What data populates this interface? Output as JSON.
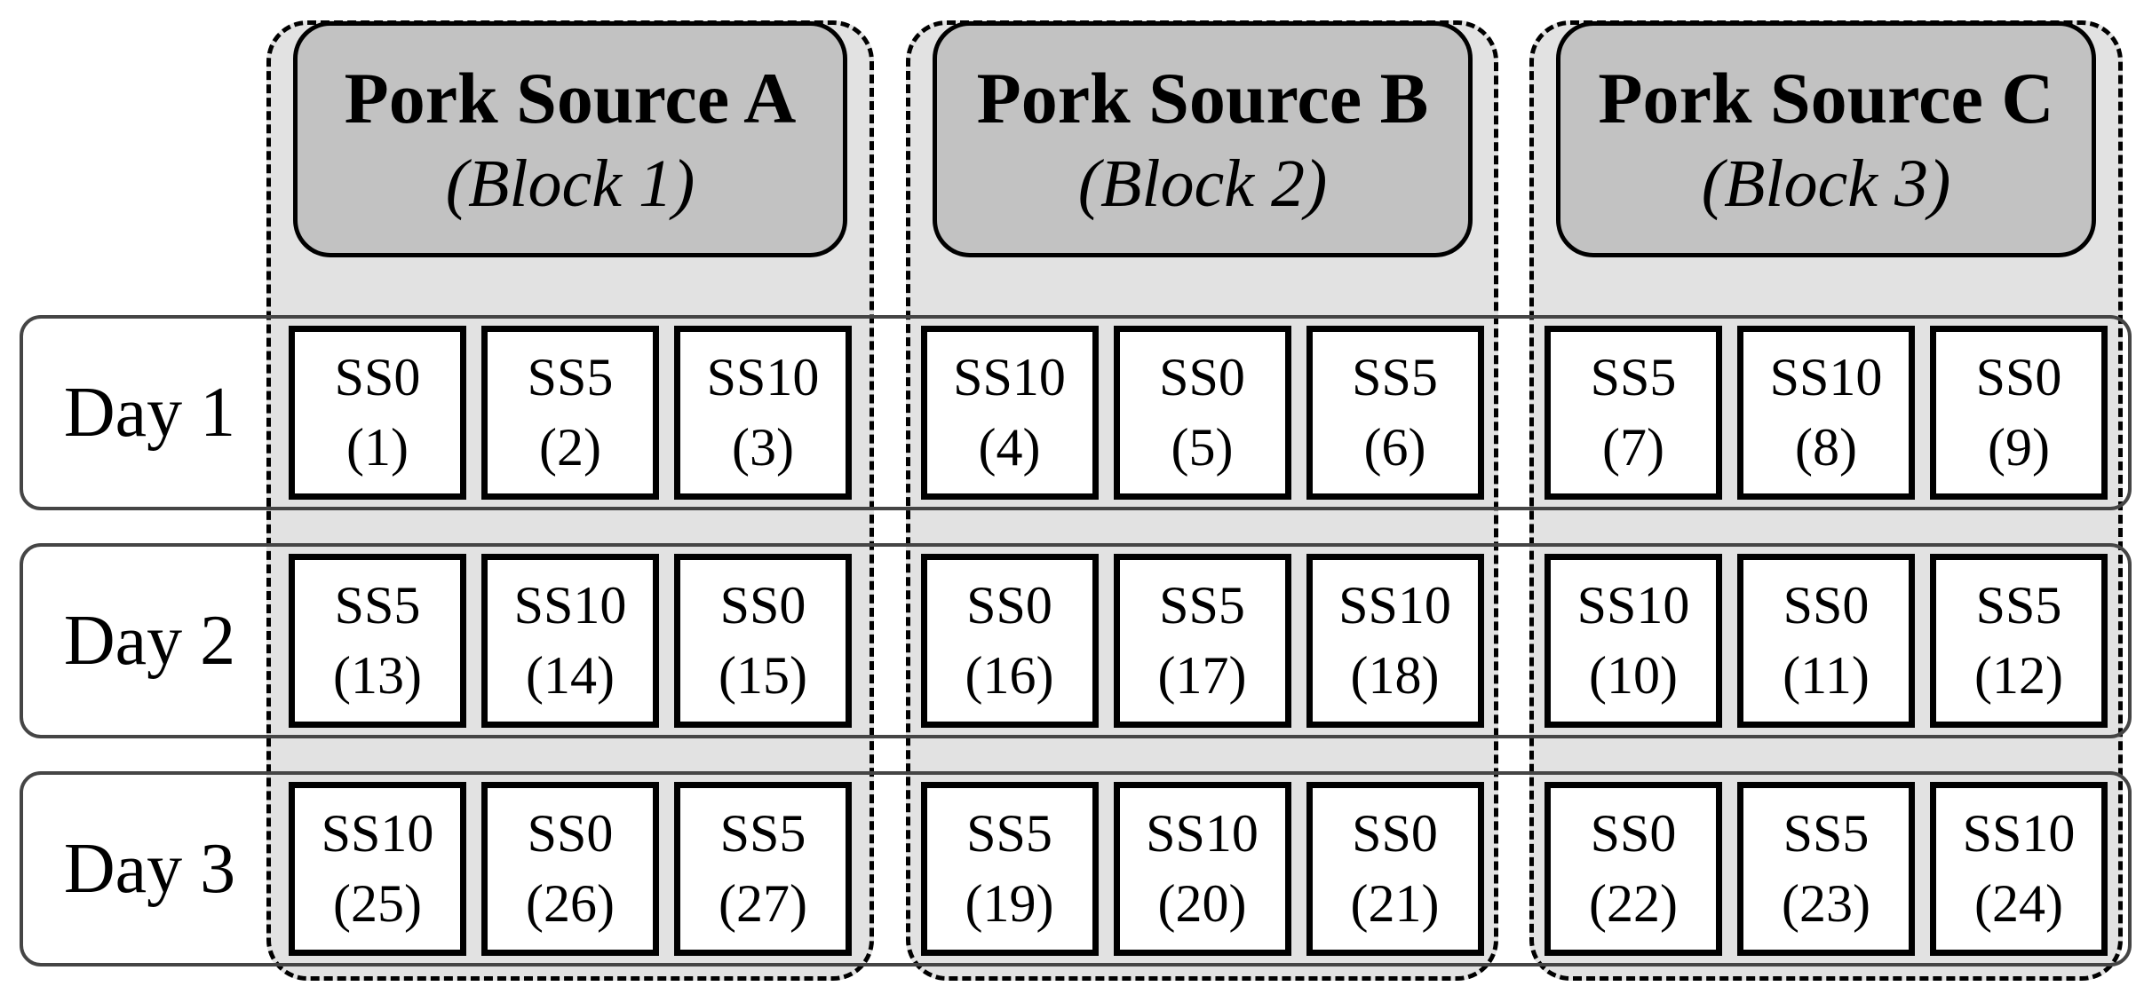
{
  "design": {
    "sources": [
      {
        "title": "Pork Source A",
        "subtitle": "(Block 1)"
      },
      {
        "title": "Pork Source B",
        "subtitle": "(Block 2)"
      },
      {
        "title": "Pork Source C",
        "subtitle": "(Block 3)"
      }
    ],
    "days": [
      {
        "label": "Day 1",
        "blocks": [
          [
            {
              "treatment": "SS0",
              "unit": "(1)"
            },
            {
              "treatment": "SS5",
              "unit": "(2)"
            },
            {
              "treatment": "SS10",
              "unit": "(3)"
            }
          ],
          [
            {
              "treatment": "SS10",
              "unit": "(4)"
            },
            {
              "treatment": "SS0",
              "unit": "(5)"
            },
            {
              "treatment": "SS5",
              "unit": "(6)"
            }
          ],
          [
            {
              "treatment": "SS5",
              "unit": "(7)"
            },
            {
              "treatment": "SS10",
              "unit": "(8)"
            },
            {
              "treatment": "SS0",
              "unit": "(9)"
            }
          ]
        ]
      },
      {
        "label": "Day 2",
        "blocks": [
          [
            {
              "treatment": "SS5",
              "unit": "(13)"
            },
            {
              "treatment": "SS10",
              "unit": "(14)"
            },
            {
              "treatment": "SS0",
              "unit": "(15)"
            }
          ],
          [
            {
              "treatment": "SS0",
              "unit": "(16)"
            },
            {
              "treatment": "SS5",
              "unit": "(17)"
            },
            {
              "treatment": "SS10",
              "unit": "(18)"
            }
          ],
          [
            {
              "treatment": "SS10",
              "unit": "(10)"
            },
            {
              "treatment": "SS0",
              "unit": "(11)"
            },
            {
              "treatment": "SS5",
              "unit": "(12)"
            }
          ]
        ]
      },
      {
        "label": "Day 3",
        "blocks": [
          [
            {
              "treatment": "SS10",
              "unit": "(25)"
            },
            {
              "treatment": "SS0",
              "unit": "(26)"
            },
            {
              "treatment": "SS5",
              "unit": "(27)"
            }
          ],
          [
            {
              "treatment": "SS5",
              "unit": "(19)"
            },
            {
              "treatment": "SS10",
              "unit": "(20)"
            },
            {
              "treatment": "SS0",
              "unit": "(21)"
            }
          ],
          [
            {
              "treatment": "SS0",
              "unit": "(22)"
            },
            {
              "treatment": "SS5",
              "unit": "(23)"
            },
            {
              "treatment": "SS10",
              "unit": "(24)"
            }
          ]
        ]
      }
    ],
    "colors": {
      "column_fill": "#e2e2e2",
      "header_fill": "#c2c2c2",
      "cell_fill": "#ffffff",
      "row_border": "#454545",
      "outline": "#000000"
    }
  }
}
